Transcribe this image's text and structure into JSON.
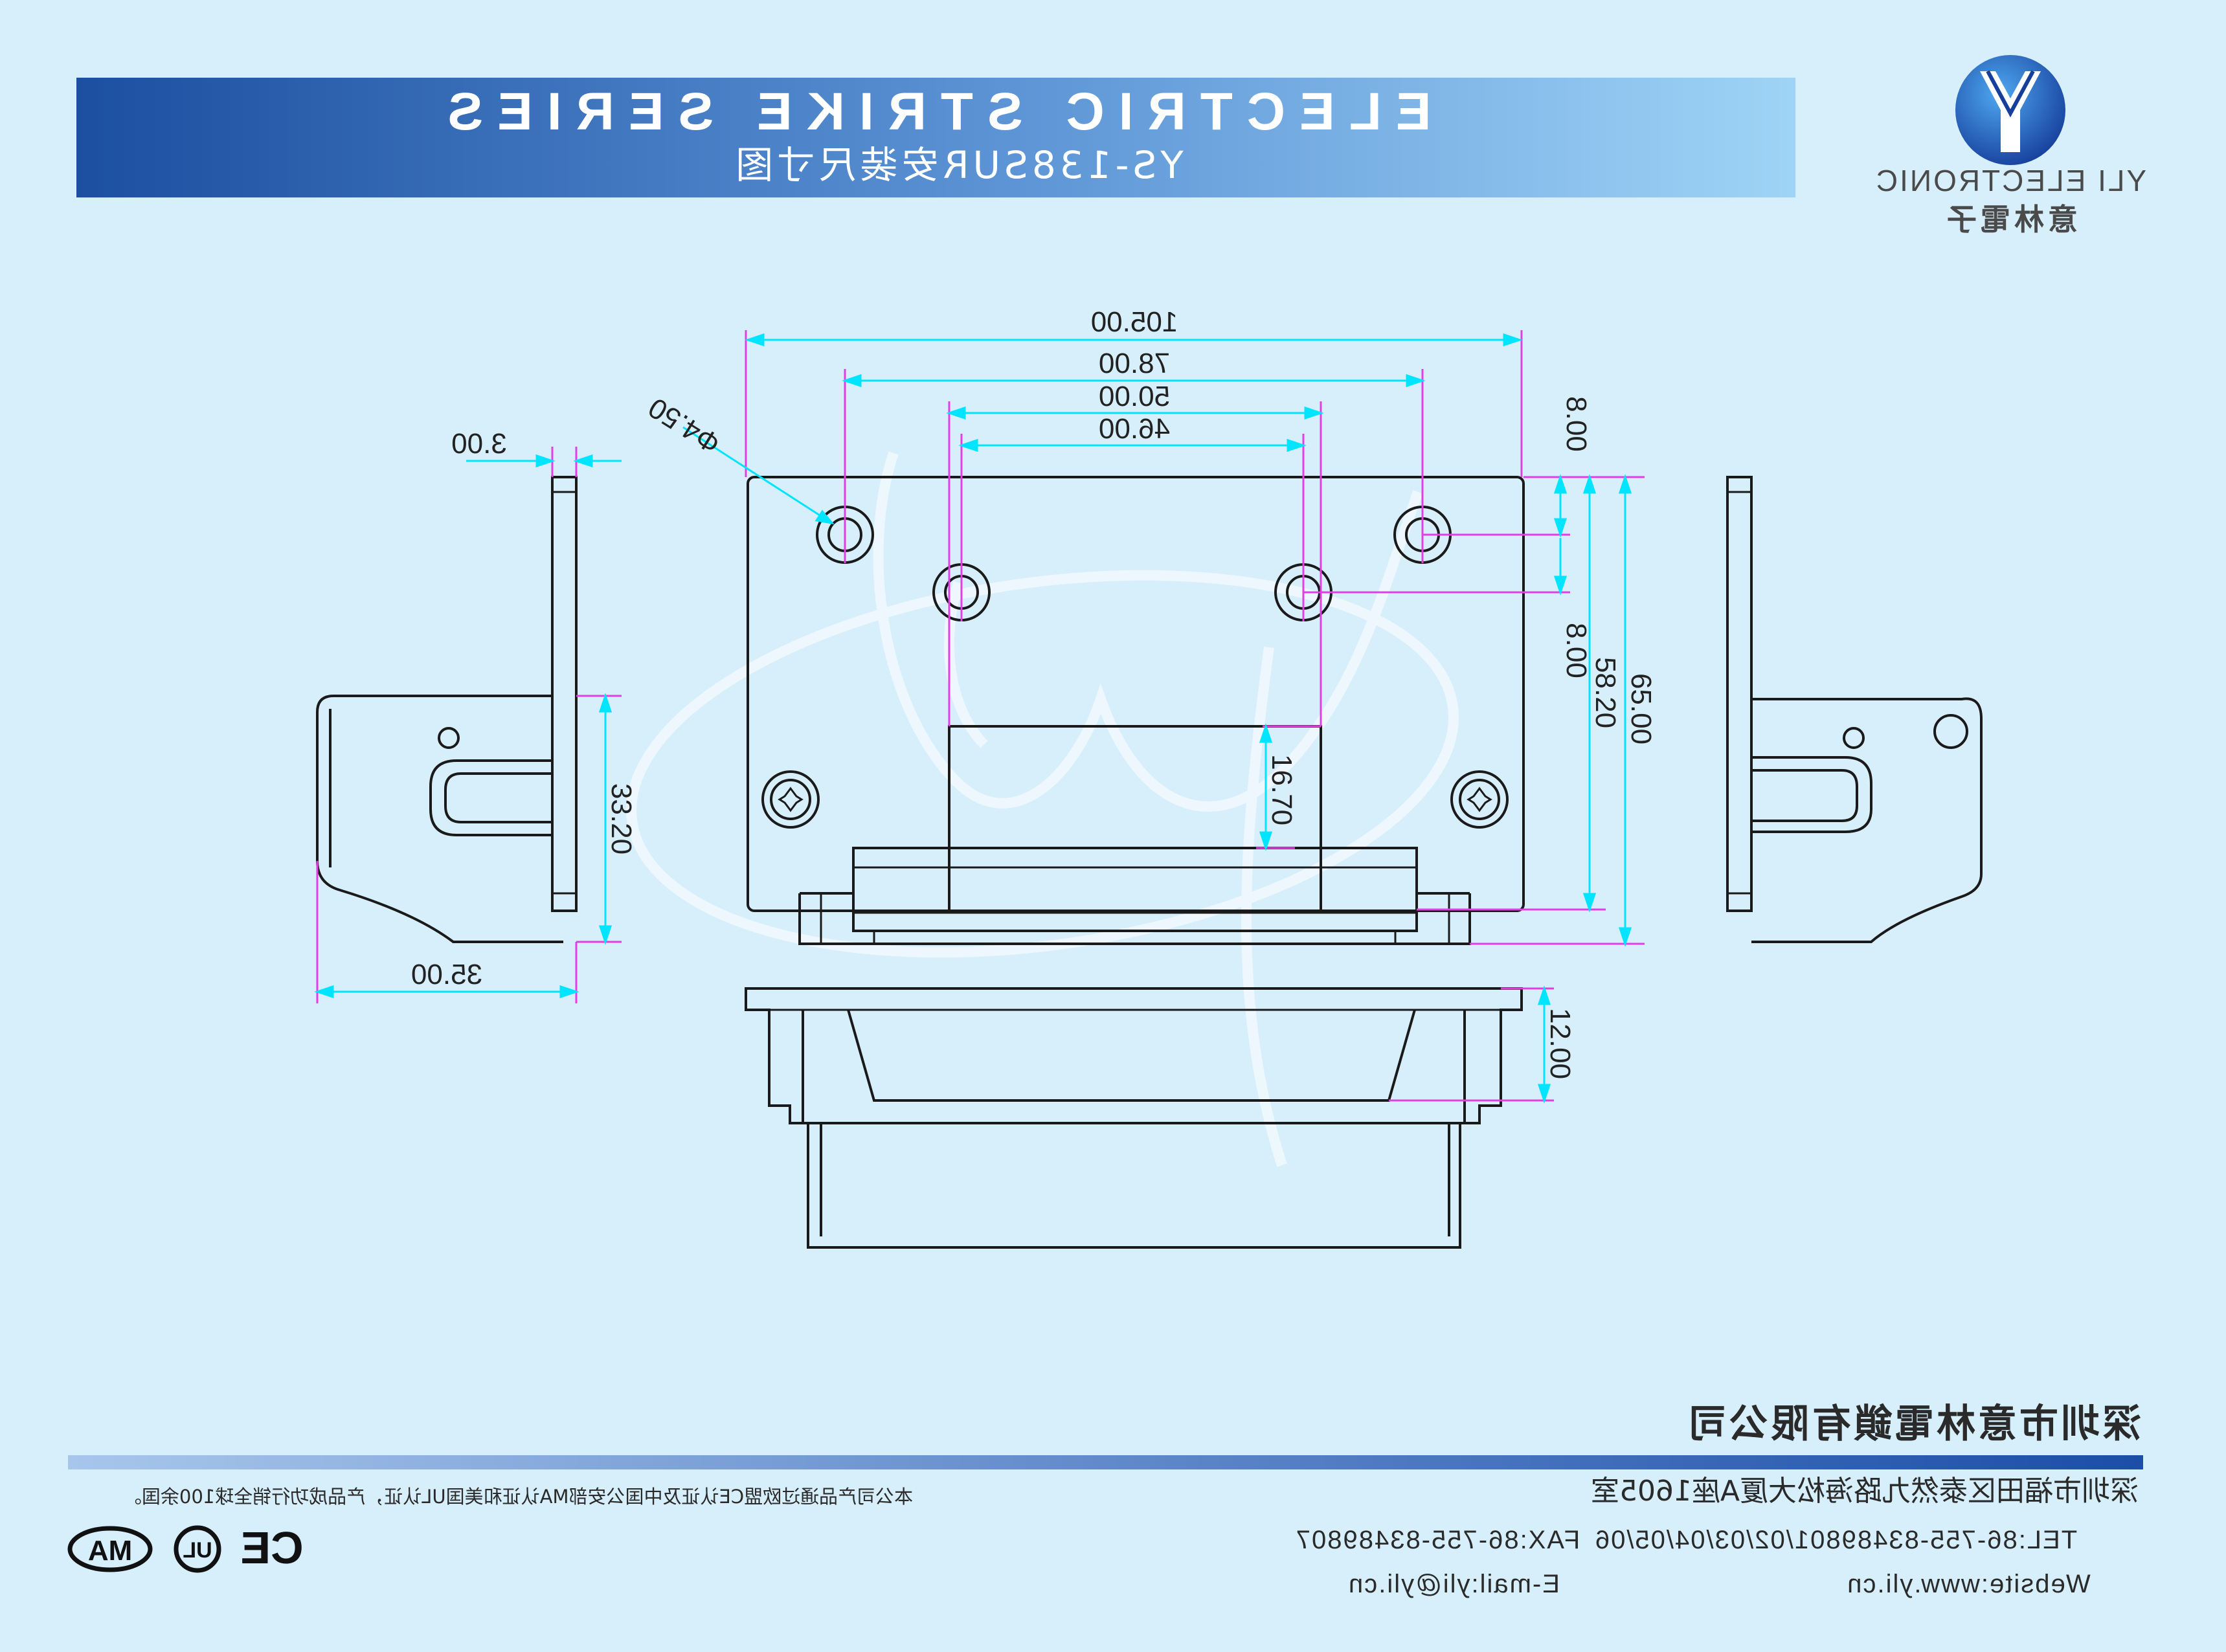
{
  "header": {
    "title": "ELECTRIC STRIKE SERIES",
    "subtitle": "YS-138SUR安装尺寸图"
  },
  "logo": {
    "brand_en": "YLI ELECTRONIC",
    "brand_cn": "意林電子"
  },
  "dimensions": {
    "d105": "105.00",
    "d78": "78.00",
    "d50": "50.00",
    "d46": "46.00",
    "hole": "Φ4.50",
    "d3": "3.00",
    "d8a": "8.00",
    "d8b": "8.00",
    "d16": "16.70",
    "d33": "33.20",
    "d35": "35.00",
    "d58": "58.20",
    "d65": "65.00",
    "d12": "12.00"
  },
  "footer": {
    "company": "深圳市意林電鎖有限公司",
    "address": "深圳市福田区泰然九路海松大厦A座1605室",
    "tel": "TEL:86-755-83489801/02/03/04/05/06",
    "fax": "FAX:86-755-83489807",
    "website": "Website:www.yli.cn",
    "email": "E-mail:yli@yli.cn",
    "cert_note": "本公司产品通过欧盟CE认证及中国公安部MA认证和美国UL认证，产品成功行销全球100余国。",
    "cert_ma": "MA",
    "cert_ul": "UL",
    "cert_ce": "CE"
  },
  "colors": {
    "background": "#d7effb",
    "dimension_line": "#00e5ff",
    "center_line": "#e040e0",
    "header_dark": "#1c4fa0",
    "header_light": "#9fd4f6",
    "outline": "#1a1a1a"
  }
}
